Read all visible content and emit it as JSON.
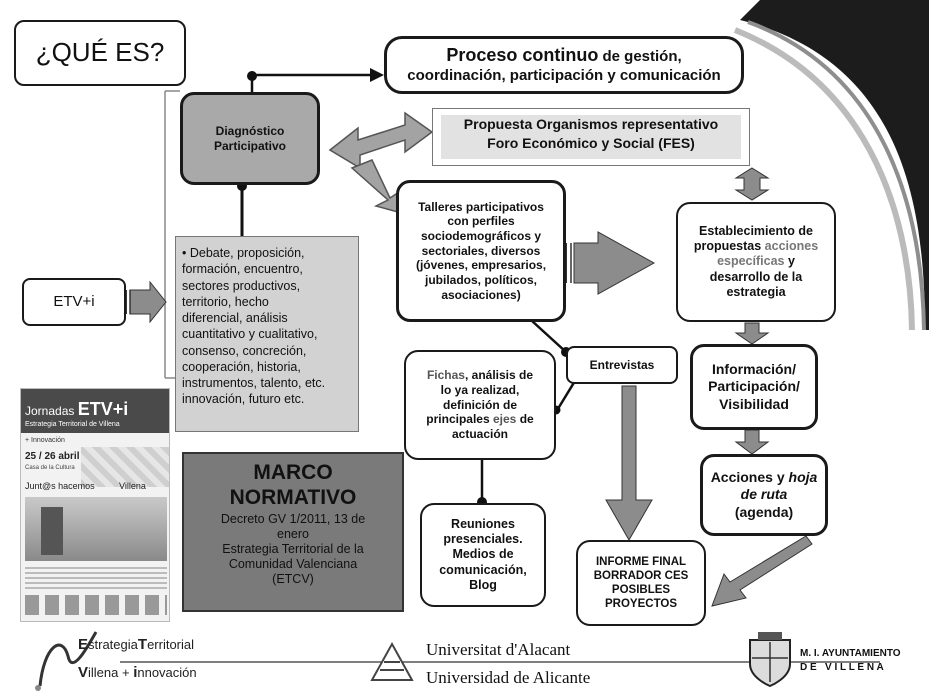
{
  "title": "¿QUÉ ES?",
  "proceso": {
    "l1a": "Proceso continuo",
    "l1b": " de gestión,",
    "l2": "coordinación, participación y comunicación"
  },
  "diagnostico": {
    "l1": "Diagnóstico",
    "l2": "Participativo"
  },
  "propuesta": {
    "l1": "Propuesta Organismos representativo",
    "l2": "Foro Económico y Social (FES)"
  },
  "talleres": {
    "l1": "Talleres participativos",
    "rest": [
      "con perfiles",
      "sociodemográficos y",
      "sectoriales, diversos",
      "(jóvenes, empresarios,",
      "jubilados, políticos,",
      "asociaciones)"
    ]
  },
  "establecimiento": {
    "l1": "Establecimiento de",
    "l2a": "propuestas ",
    "l2b": "acciones",
    "l3a": "específicas",
    "l3b": " y",
    "l4": "desarrollo de la",
    "l5": "estrategia"
  },
  "etv": "ETV+i",
  "debate_lines": [
    "• Debate, proposición,",
    "formación, encuentro,",
    "sectores productivos,",
    "territorio, hecho",
    "diferencial, análisis",
    "cuantitativo y cualitativo,",
    "consenso, concreción,",
    "cooperación, historia,",
    "instrumentos, talento, etc.",
    "innovación, futuro etc."
  ],
  "fichas": {
    "l1a": "Fichas",
    "l1b": ", análisis de",
    "l2": "lo ya realizad,",
    "l3": "definición de",
    "l4a": "principales ",
    "l4b": "ejes",
    "l4c": " de",
    "l5": "actuación"
  },
  "entrevistas": "Entrevistas",
  "informacion": [
    "Información/",
    "Participación/",
    "Visibilidad"
  ],
  "acciones": {
    "l1a": "Acciones y ",
    "l1b": "hoja",
    "l2": "de ruta",
    "l3": "(agenda)"
  },
  "reuniones": [
    "Reuniones",
    "presenciales.",
    "Medios de",
    "comunicación,",
    "Blog"
  ],
  "informe": [
    "INFORME FINAL",
    "BORRADOR CES",
    "POSIBLES",
    "PROYECTOS"
  ],
  "marco": {
    "h1": "MARCO",
    "h2": "NORMATIVO",
    "lines": [
      "Decreto GV 1/2011, 13 de",
      "enero",
      "Estrategia Territorial de la",
      "Comunidad Valenciana",
      "(ETCV)"
    ]
  },
  "poster": {
    "title1": "Jornadas ",
    "title2": "ETV+i",
    "sub1": "Estrategia Territorial de Villena",
    "sub2": "+ Innovación",
    "date": "25 / 26 abril",
    "venue": "Casa de la Cultura",
    "tag1": "Junt@s hacemos",
    "tag2": "Villena"
  },
  "footer": {
    "logo1a": "E",
    "logo1b": "strategia",
    "logo1c": "T",
    "logo1d": "erritorial",
    "logo2a": "V",
    "logo2b": "illena + ",
    "logo2c": "i",
    "logo2d": "nnovación",
    "uni1": "Universitat d'Alacant",
    "uni2": "Universidad de Alicante",
    "ayto1": "M. I. AYUNTAMIENTO",
    "ayto2": "D E   V I L L E N A"
  },
  "colors": {
    "accent_fill": "#a9a9a9",
    "arrow_fill": "#8c8c8c",
    "marco_fill": "#7a7a7a",
    "debate_fill": "#d2d2d2"
  }
}
